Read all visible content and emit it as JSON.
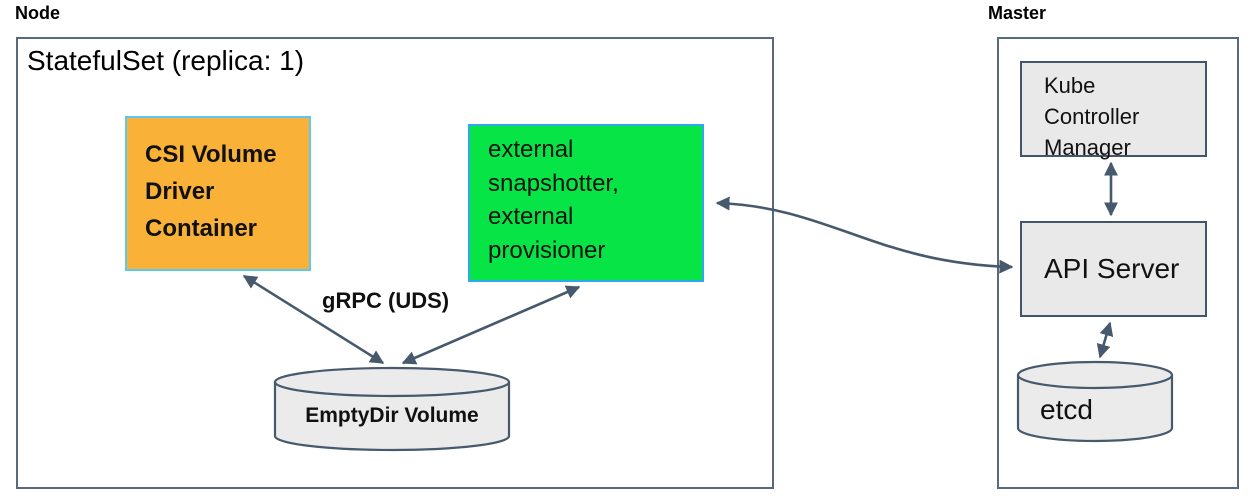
{
  "node": {
    "title": "Node",
    "statefulset_label": "StatefulSet (replica: 1)",
    "csi_container_label": "CSI Volume Driver Container",
    "sidecar_label": "external snapshotter, external provisioner",
    "grpc_label": "gRPC (UDS)",
    "emptydir_label": "EmptyDir Volume"
  },
  "master": {
    "title": "Master",
    "kcm_label": "Kube Controller Manager",
    "api_server_label": "API Server",
    "etcd_label": "etcd"
  },
  "colors": {
    "csi_fill": "#F9B237",
    "csi_border": "#5BC9F2",
    "sidecar_fill": "#06E545",
    "sidecar_border": "#2FA8F0",
    "gray_fill": "#E9E9E9",
    "gray_border": "#44546A",
    "outer_border": "#5A6A7C",
    "arrow": "#47596D",
    "text": "#111111"
  }
}
